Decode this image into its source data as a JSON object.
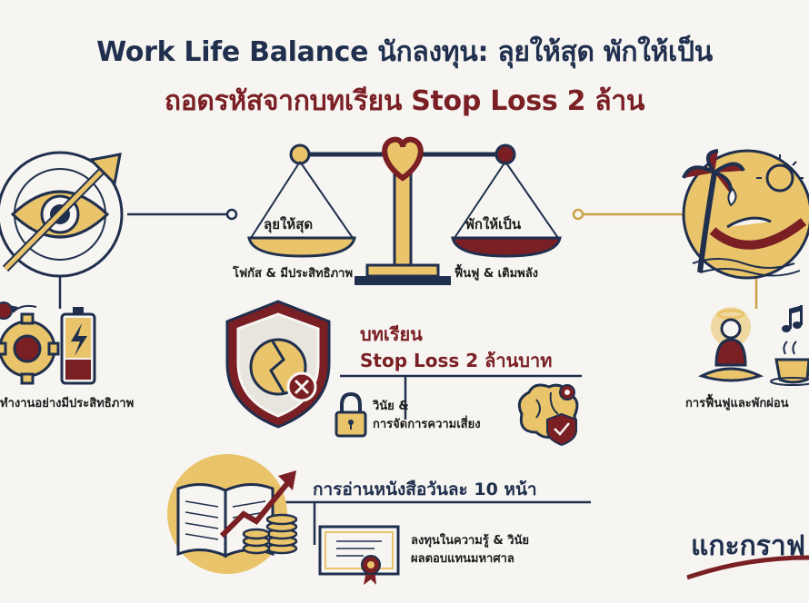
{
  "title": {
    "line1": "Work Life Balance นักลงทุน: ลุยให้สุด พักให้เป็น",
    "line2": "ถอดรหัสจากบทเรียน Stop Loss 2 ล้าน"
  },
  "scale": {
    "left_pan_label": "ลุยให้สุด",
    "right_pan_label": "พักให้เป็น",
    "left_caption": "โฟกัส & มีประสิทธิภาพ",
    "right_caption": "ฟื้นฟู & เติมพลัง"
  },
  "left_section": {
    "caption": "ทำงานอย่างมีประสิทธิภาพ"
  },
  "right_section": {
    "caption": "การฟื้นฟูและพักผ่อน"
  },
  "lesson": {
    "heading_line1": "บทเรียน",
    "heading_line2": "Stop Loss 2 ล้านบาท",
    "sub_line1": "วินัย &",
    "sub_line2": "การจัดการความเสี่ยง"
  },
  "reading": {
    "heading": "การอ่านหนังสือวันละ 10 หน้า",
    "sub_line1": "ลงทุนในความรู้ & วินัย",
    "sub_line2": "ผลตอบแทนมหาศาล"
  },
  "brand": {
    "logo_text": "แกะกราฟ"
  },
  "colors": {
    "navy": "#1f2f4d",
    "maroon": "#7a1f24",
    "gold": "#e9c46a",
    "background": "#f7f5f2"
  },
  "icons": [
    "eye-target-icon",
    "gear-icon",
    "battery-icon",
    "balance-scale-icon",
    "heart-icon",
    "beach-hammock-icon",
    "meditation-icon",
    "music-note-icon",
    "coffee-cup-icon",
    "broken-shield-icon",
    "padlock-icon",
    "brain-shield-icon",
    "book-growth-icon",
    "coin-stack-icon",
    "certificate-icon"
  ]
}
